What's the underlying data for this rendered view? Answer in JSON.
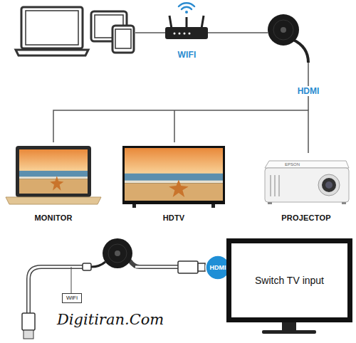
{
  "diagram": {
    "nodes": [
      {
        "text": [
          "WIFI"
        ]
      },
      {
        "text": [
          "MONITOR"
        ]
      },
      {
        "text": [
          "HDTV"
        ]
      },
      {
        "text": [
          "PROJECTOP"
        ]
      },
      {
        "text": [
          "WiFi"
        ]
      },
      {
        "text": [
          "HDMI"
        ]
      },
      {
        "text": [
          "Switch TV input"
        ]
      }
    ],
    "labels": [
      "HDMI",
      "EPSON",
      "Digitiran.Com"
    ]
  }
}
